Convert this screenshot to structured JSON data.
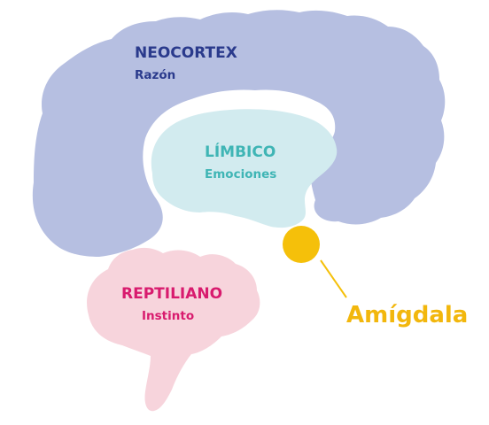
{
  "colors": {
    "neocortex": "#b6bfe1",
    "limbic": "#d2ebef",
    "reptilian": "#f7d4dc",
    "amygdala": "#f5c00a",
    "neocortex_text": "#2a3a8c",
    "limbic_text": "#3fb5b5",
    "reptilian_text": "#d81b6e",
    "amygdala_text": "#f2b70d"
  },
  "regions": {
    "neocortex": {
      "name": "NEOCORTEX",
      "function": "Razón"
    },
    "limbic": {
      "name": "LÍMBICO",
      "function": "Emociones"
    },
    "reptilian": {
      "name": "REPTILIANO",
      "function": "Instinto"
    },
    "amygdala": {
      "name": "Amígdala"
    }
  }
}
